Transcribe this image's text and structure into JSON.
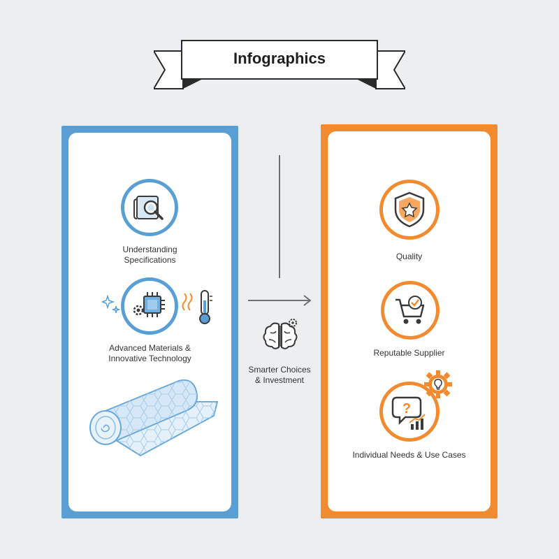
{
  "banner": {
    "title": "Infographics"
  },
  "left_panel": {
    "items": [
      {
        "label_line1": "Understanding",
        "label_line2": "Specifications",
        "icon": "document-magnifier-icon"
      },
      {
        "label_line1": "Advanced Materials &",
        "label_line2": "Innovative Technology",
        "icon": "chip-gear-icon"
      }
    ],
    "illustration": "material-roll-icon"
  },
  "center": {
    "label_line1": "Smarter Choices",
    "label_line2": "& Investment",
    "icon": "brain-gear-icon"
  },
  "right_panel": {
    "items": [
      {
        "label": "Quality",
        "icon": "shield-star-icon"
      },
      {
        "label": "Reputable Supplier",
        "icon": "cart-check-icon"
      },
      {
        "label": "Individual Needs & Use Cases",
        "icon": "speech-question-icon"
      }
    ]
  },
  "colors": {
    "blue": "#5a9fd4",
    "orange": "#f28b30",
    "background": "#eceef1"
  }
}
